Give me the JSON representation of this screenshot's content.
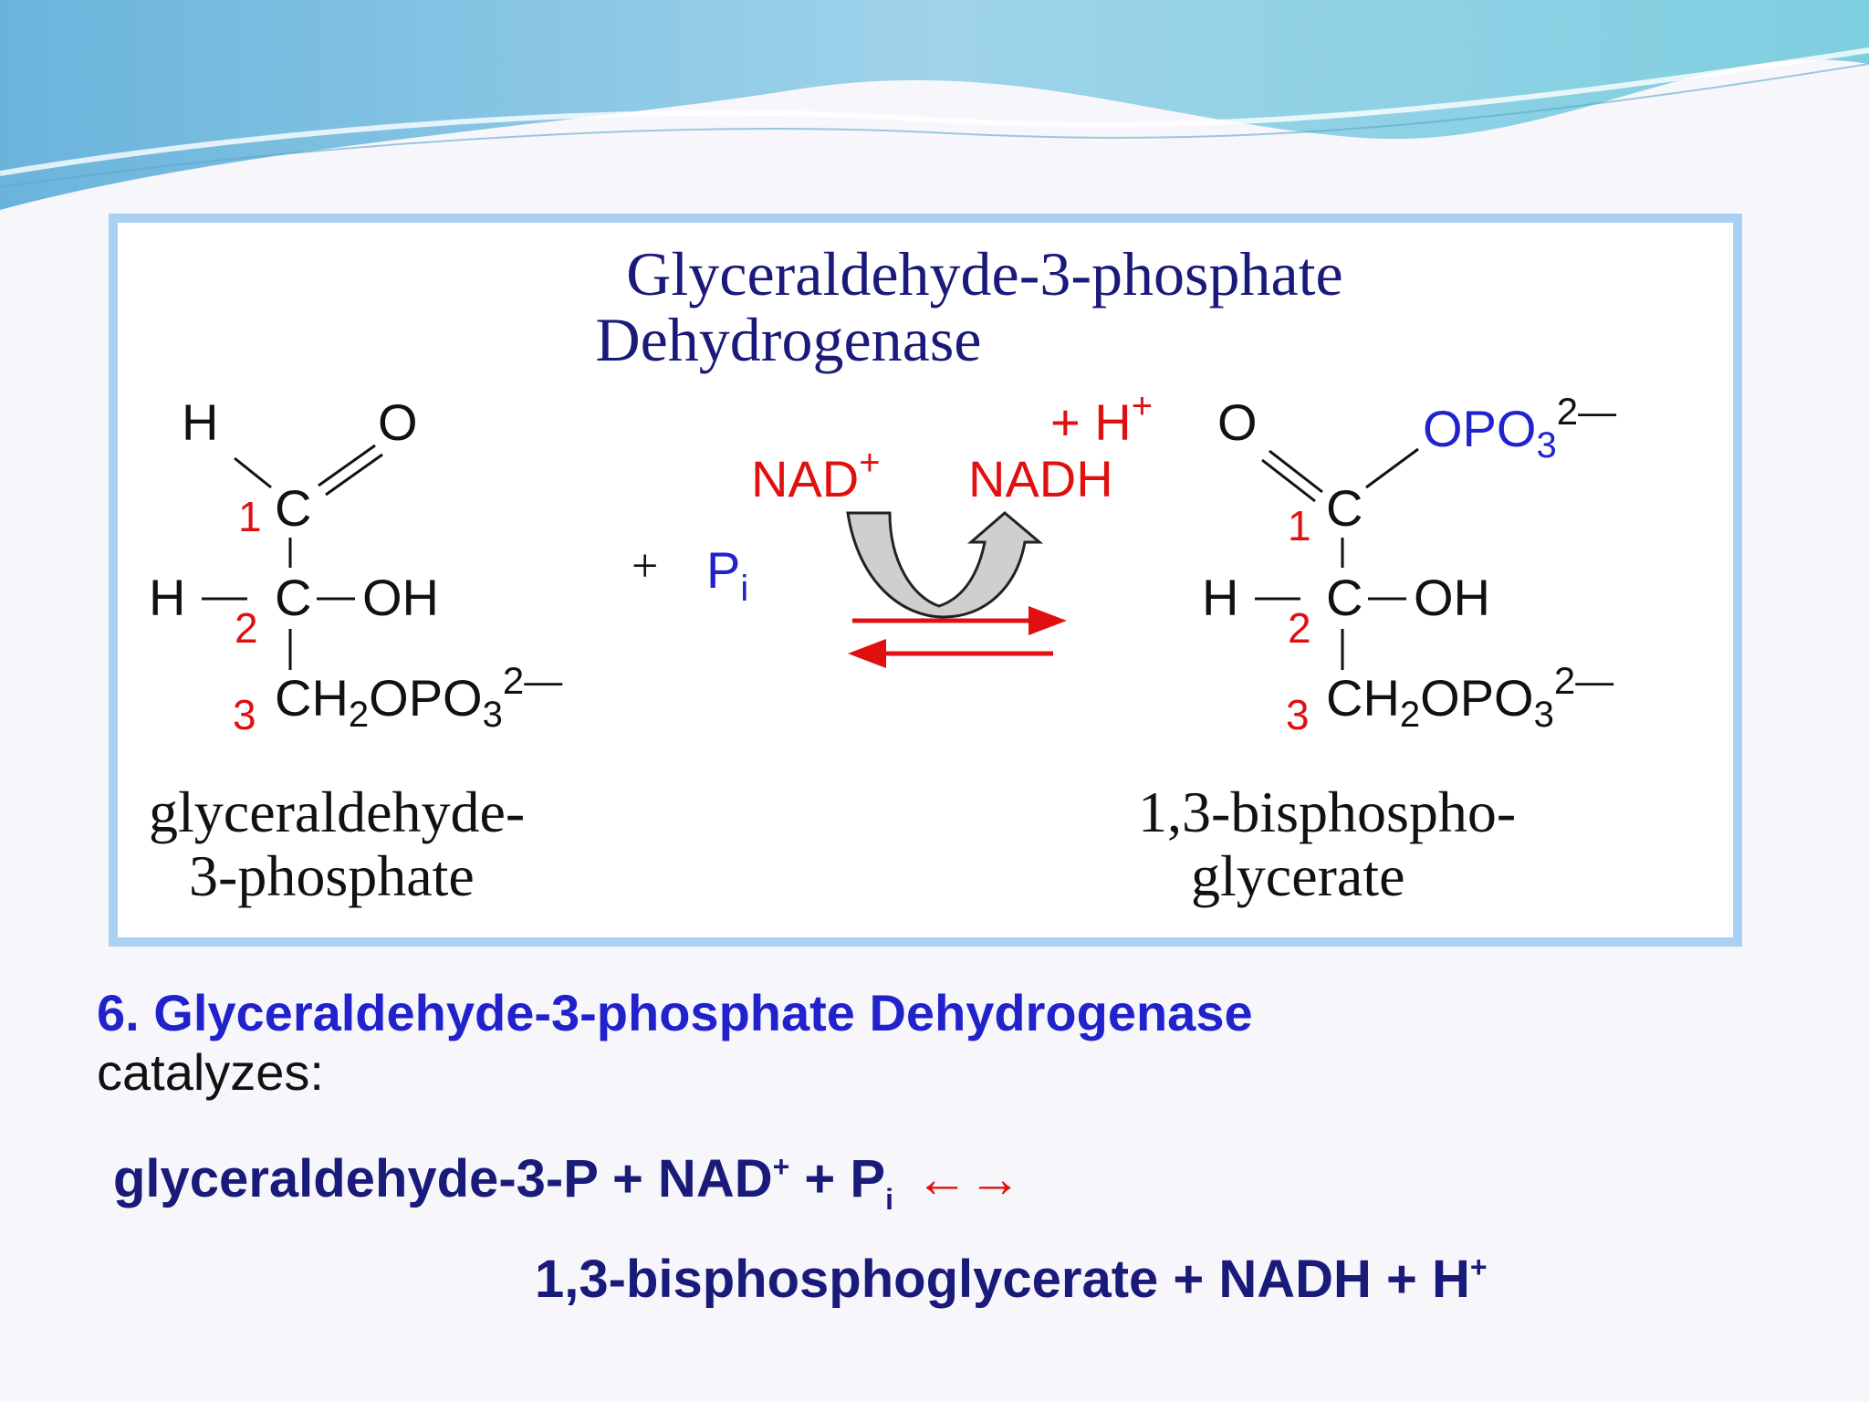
{
  "panel": {
    "title_line1": "Glyceraldehyde-3-phosphate",
    "title_line2": "Dehydrogenase"
  },
  "reactant": {
    "atoms": {
      "h_top": "H",
      "o_top": "O",
      "c1": "C",
      "h_mid": "H",
      "c2": "C",
      "oh": "OH",
      "ch2": "CH",
      "sub_2": "2",
      "opo": "OPO",
      "sub_3": "3",
      "charge": "2—"
    },
    "numbers": [
      "1",
      "2",
      "3"
    ],
    "name_line1": "glyceraldehyde-",
    "name_line2": "3-phosphate"
  },
  "middle": {
    "plus": "+",
    "pi_main": "P",
    "pi_sub": "i",
    "nad_plus": "NAD",
    "nad_sup": "+",
    "nadh": "NADH",
    "h_plus": "+ H",
    "h_sup": "+"
  },
  "product": {
    "atoms": {
      "o_top": "O",
      "opo3": "OPO",
      "opo3_sub": "3",
      "opo3_charge": "2—",
      "c1": "C",
      "h_mid": "H",
      "c2": "C",
      "oh": "OH",
      "ch2": "CH",
      "sub_2": "2",
      "opo": "OPO",
      "sub_3": "3",
      "charge": "2—"
    },
    "numbers": [
      "1",
      "2",
      "3"
    ],
    "name_line1": "1,3-bisphospho-",
    "name_line2": "glycerate"
  },
  "caption": {
    "enzyme": "6. Glyceraldehyde-3-phosphate Dehydrogenase",
    "verb": "catalyzes:"
  },
  "equation": {
    "lhs_a": "glyceraldehyde-3-P + NAD",
    "lhs_sup": "+",
    "lhs_b": " + P",
    "lhs_sub": "i",
    "arrows": "←→",
    "rhs": "1,3-bisphosphoglycerate + NADH + H",
    "rhs_sup": "+"
  },
  "colors": {
    "title": "#1a1a7a",
    "red": "#e01010",
    "blue": "#2222cc",
    "frame": "#a9d0f5"
  }
}
